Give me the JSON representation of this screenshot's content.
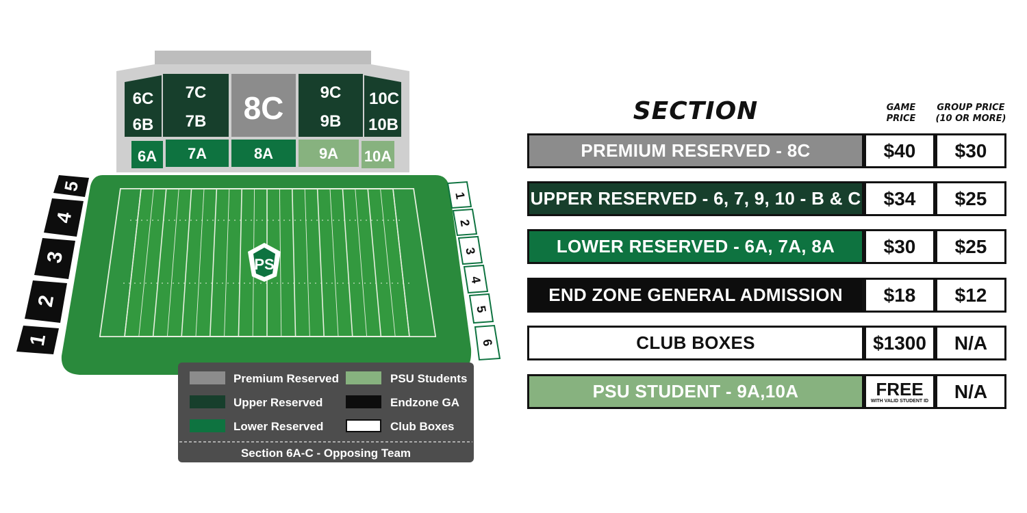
{
  "colors": {
    "premium": "#8c8c8c",
    "upper": "#173f2c",
    "lower": "#0e7340",
    "student": "#87b27f",
    "endzone": "#0d0d0d",
    "club": "#ffffff",
    "field": "#2a8a3c",
    "stand_base": "#cfcfcf"
  },
  "stadium": {
    "top_sections": {
      "6": {
        "c": "6C",
        "b": "6B",
        "a": "6A"
      },
      "7": {
        "c": "7C",
        "b": "7B",
        "a": "7A"
      },
      "8": {
        "c": "8C",
        "a": "8A"
      },
      "9": {
        "c": "9C",
        "b": "9B",
        "a": "9A"
      },
      "10": {
        "c": "10C",
        "b": "10B",
        "a": "10A"
      }
    },
    "endzone_sections": [
      "1",
      "2",
      "3",
      "4",
      "5"
    ],
    "club_boxes": [
      "1",
      "2",
      "3",
      "4",
      "5",
      "6"
    ],
    "field_logo": "PS"
  },
  "legend": {
    "items": [
      {
        "label": "Premium Reserved",
        "color_key": "premium"
      },
      {
        "label": "PSU Students",
        "color_key": "student"
      },
      {
        "label": "Upper Reserved",
        "color_key": "upper"
      },
      {
        "label": "Endzone GA",
        "color_key": "endzone"
      },
      {
        "label": "Lower Reserved",
        "color_key": "lower"
      },
      {
        "label": "Club Boxes",
        "color_key": "club"
      }
    ],
    "footer": "Section 6A-C - Opposing Team"
  },
  "pricing": {
    "header_section": "SECTION",
    "header_game_line1": "GAME",
    "header_game_line2": "PRICE",
    "header_group_line1": "GROUP PRICE",
    "header_group_line2": "(10 OR MORE)",
    "rows": [
      {
        "name": "PREMIUM RESERVED - 8C",
        "game": "$40",
        "group": "$30",
        "bg": "#8c8c8c",
        "fg": "#ffffff"
      },
      {
        "name": "UPPER RESERVED - 6, 7, 9, 10 - B & C",
        "game": "$34",
        "group": "$25",
        "bg": "#173f2c",
        "fg": "#ffffff"
      },
      {
        "name": "LOWER RESERVED - 6A, 7A, 8A",
        "game": "$30",
        "group": "$25",
        "bg": "#0e7340",
        "fg": "#ffffff"
      },
      {
        "name": "END ZONE GENERAL ADMISSION",
        "game": "$18",
        "group": "$12",
        "bg": "#0d0d0d",
        "fg": "#ffffff"
      },
      {
        "name": "CLUB BOXES",
        "game": "$1300",
        "group": "N/A",
        "bg": "#ffffff",
        "fg": "#111111"
      },
      {
        "name": "PSU STUDENT - 9A,10A",
        "game": "FREE",
        "game_note": "WITH VALID STUDENT ID",
        "group": "N/A",
        "bg": "#87b27f",
        "fg": "#ffffff"
      }
    ]
  }
}
